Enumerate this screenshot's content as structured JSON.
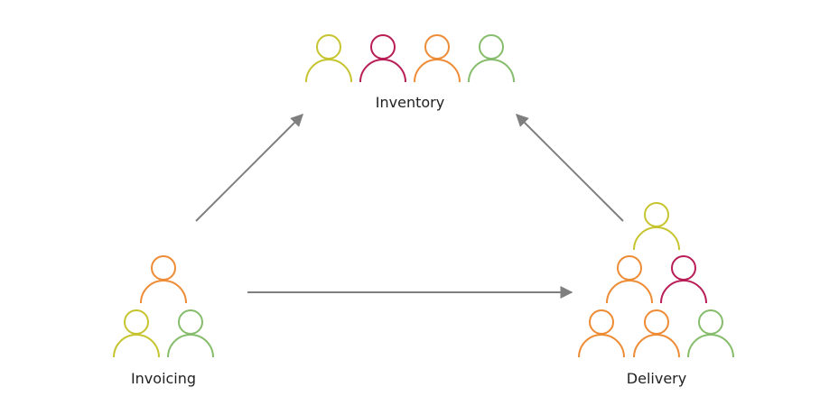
{
  "colors": {
    "yellow_green": "#c6c42f",
    "crimson": "#b81d56",
    "orange": "#ee8b35",
    "green": "#86bd6c",
    "arrow": "#7f7f7f"
  },
  "groups": [
    {
      "id": "inventory",
      "label": "Inventory",
      "people": [
        {
          "color": "yellow_green",
          "icon": "person-icon"
        },
        {
          "color": "crimson",
          "icon": "person-icon"
        },
        {
          "color": "orange",
          "icon": "person-icon"
        },
        {
          "color": "green",
          "icon": "person-icon"
        }
      ]
    },
    {
      "id": "invoicing",
      "label": "Invoicing",
      "people": [
        {
          "color": "orange",
          "icon": "person-icon"
        },
        {
          "color": "yellow_green",
          "icon": "person-icon"
        },
        {
          "color": "green",
          "icon": "person-icon"
        }
      ]
    },
    {
      "id": "delivery",
      "label": "Delivery",
      "people": [
        {
          "color": "yellow_green",
          "icon": "person-icon"
        },
        {
          "color": "orange",
          "icon": "person-icon"
        },
        {
          "color": "crimson",
          "icon": "person-icon"
        },
        {
          "color": "orange",
          "icon": "person-icon"
        },
        {
          "color": "orange",
          "icon": "person-icon"
        },
        {
          "color": "green",
          "icon": "person-icon"
        }
      ]
    }
  ],
  "arrows": [
    {
      "from": "invoicing",
      "to": "inventory"
    },
    {
      "from": "delivery",
      "to": "inventory"
    },
    {
      "from": "invoicing",
      "to": "delivery"
    }
  ]
}
